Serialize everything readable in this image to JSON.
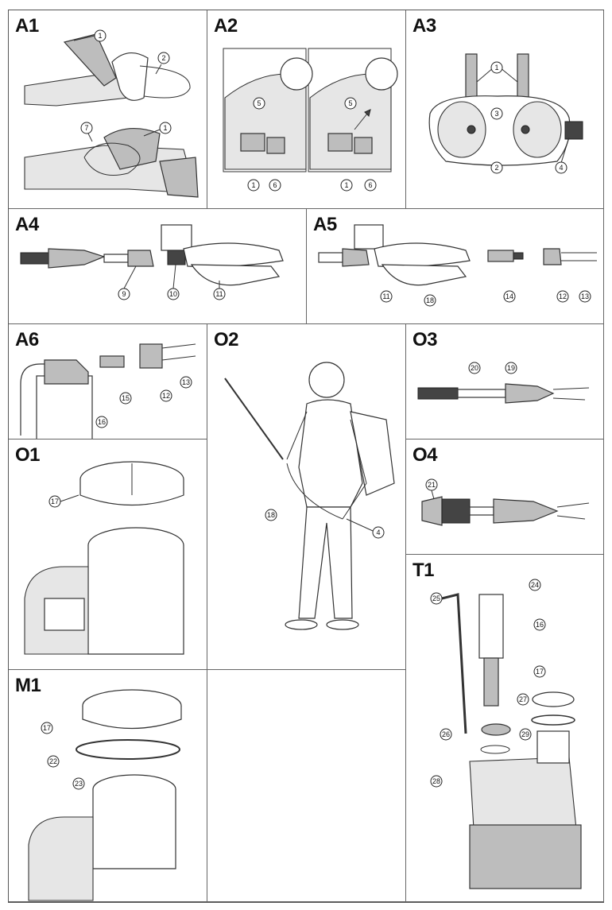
{
  "panels": {
    "A1": {
      "title": "A1",
      "labels": [
        "1",
        "2",
        "7",
        "1"
      ]
    },
    "A2": {
      "title": "A2",
      "labels": [
        "5",
        "1",
        "6",
        "5",
        "1",
        "6"
      ]
    },
    "A3": {
      "title": "A3",
      "labels": [
        "1",
        "3",
        "2",
        "4"
      ]
    },
    "A4": {
      "title": "A4",
      "labels": [
        "9",
        "10",
        "11"
      ]
    },
    "A5": {
      "title": "A5",
      "labels": [
        "11",
        "18",
        "14",
        "12",
        "13"
      ]
    },
    "A6": {
      "title": "A6",
      "labels": [
        "15",
        "12",
        "13",
        "16"
      ]
    },
    "O2": {
      "title": "O2",
      "labels": [
        "18",
        "4"
      ]
    },
    "O3": {
      "title": "O3",
      "labels": [
        "20",
        "19"
      ]
    },
    "O1": {
      "title": "O1",
      "labels": [
        "17"
      ]
    },
    "O4": {
      "title": "O4",
      "labels": [
        "21"
      ]
    },
    "M1": {
      "title": "M1",
      "labels": [
        "17",
        "22",
        "23"
      ]
    },
    "T1": {
      "title": "T1",
      "labels": [
        "24",
        "25",
        "16",
        "17",
        "27",
        "26",
        "29",
        "28"
      ]
    }
  },
  "icons": [
    "trigger-gun-icon",
    "tank-icon",
    "lid-icon",
    "strap-icon",
    "nozzle-icon",
    "person-icon"
  ],
  "colors": {
    "line": "#333333",
    "fill_gray": "#bdbdbd",
    "background": "#ffffff"
  }
}
